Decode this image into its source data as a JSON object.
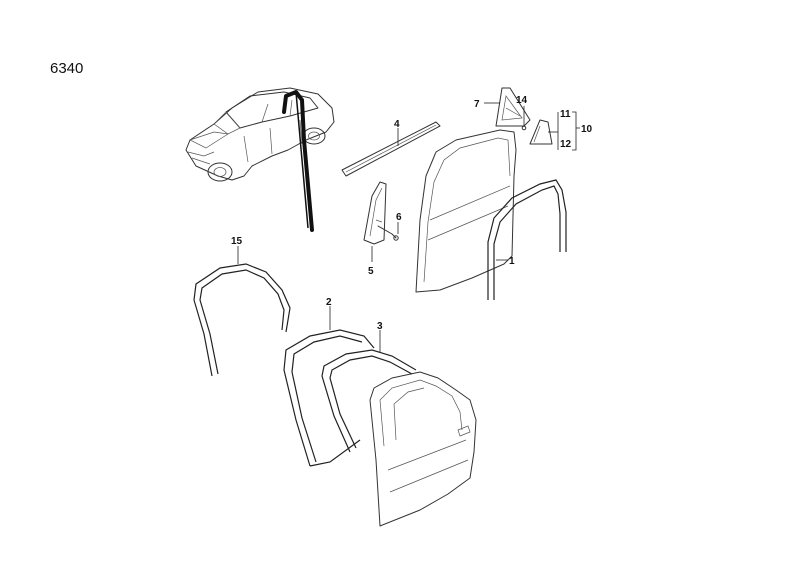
{
  "diagram": {
    "page_number": "6340",
    "callouts": {
      "c1": "1",
      "c2": "2",
      "c3": "3",
      "c4": "4",
      "c5": "5",
      "c6": "6",
      "c7": "7",
      "c10": "10",
      "c11": "11",
      "c12": "12",
      "c14": "14",
      "c15": "15"
    }
  },
  "colors": {
    "line": "#333333",
    "background": "#ffffff"
  }
}
